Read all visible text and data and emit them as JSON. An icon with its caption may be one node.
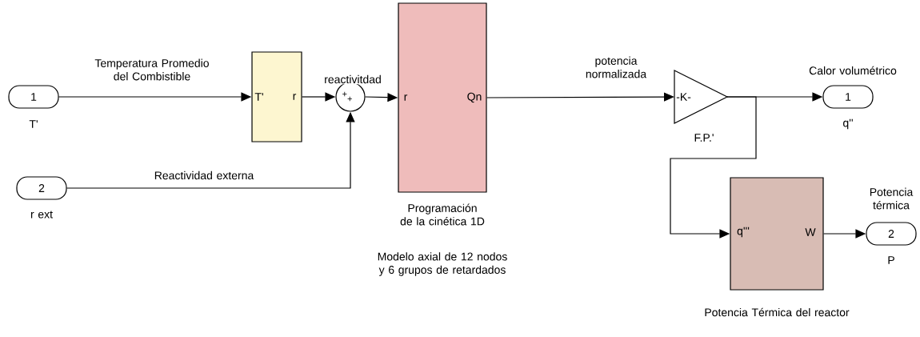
{
  "diagram": {
    "nodes": [
      {
        "text": [
          "1"
        ],
        "beside": [
          "T'"
        ]
      },
      {
        "text": [
          "2"
        ],
        "beside": [
          "r ext"
        ]
      },
      {
        "text": [
          "T'",
          "r"
        ]
      },
      {
        "text": [
          "+",
          "+"
        ]
      },
      {
        "text": [
          "r",
          "Qn"
        ],
        "beside": [
          "Programación de la cinética 1D",
          "Modelo axial de 12 nodos y 6 grupos de retardados"
        ]
      },
      {
        "text": [
          "-K-"
        ],
        "beside": [
          "F.P.'"
        ]
      },
      {
        "text": [
          "1"
        ],
        "beside": [
          "q''"
        ]
      },
      {
        "text": [
          "q'''",
          "W"
        ],
        "beside": [
          "Potencia Térmica del reactor"
        ]
      },
      {
        "text": [
          "2"
        ],
        "beside": [
          "P"
        ]
      }
    ],
    "edges": [
      {
        "from": 0,
        "to": 2,
        "arrow": "to",
        "label": "Temperatura Promedio del Combistible"
      },
      {
        "from": 2,
        "to": 3,
        "arrow": "to"
      },
      {
        "from": 1,
        "to": 3,
        "arrow": "to",
        "label": "Reactividad externa"
      },
      {
        "from": 3,
        "to": 4,
        "arrow": "to",
        "label": "reactivitdad"
      },
      {
        "from": 4,
        "to": 5,
        "arrow": "to",
        "label": "potencia normalizada"
      },
      {
        "from": 5,
        "to": 6,
        "arrow": "to",
        "label": "Calor volumétrico"
      },
      {
        "from": 5,
        "to": 7,
        "arrow": "to"
      },
      {
        "from": 7,
        "to": 8,
        "arrow": "to",
        "label": "Potencia térmica"
      }
    ]
  }
}
